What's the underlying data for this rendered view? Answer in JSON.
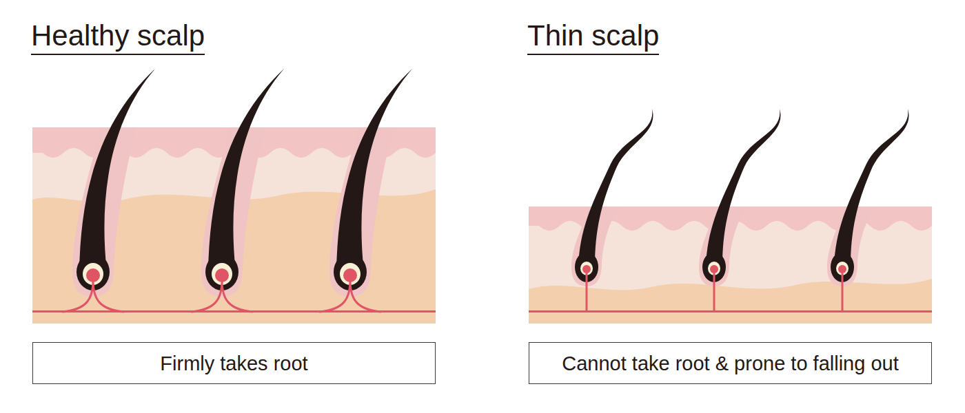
{
  "diagram": {
    "nodes": [
      {
        "text": [
          "Firmly takes root"
        ]
      },
      {
        "text": [
          "Cannot take root & prone to falling out"
        ]
      }
    ],
    "labels": [
      "Healthy scalp",
      "Thin scalp"
    ]
  }
}
